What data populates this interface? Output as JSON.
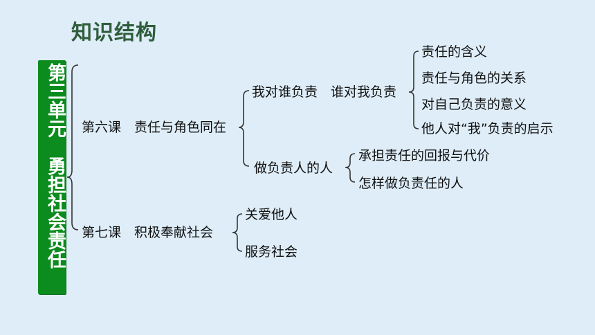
{
  "title": "知识结构",
  "unit": "第三单元　勇担社会责任",
  "lesson6": {
    "label": "第六课　责任与角色同在",
    "branch1": {
      "label": "我对谁负责　谁对我负责",
      "items": [
        "责任的含义",
        "责任与角色的关系",
        "对自己负责的意义",
        "他人对“我”负责的启示"
      ]
    },
    "branch2": {
      "label": "做负责人的人",
      "items": [
        "承担责任的回报与代价",
        "怎样做负责任的人"
      ]
    }
  },
  "lesson7": {
    "label": "第七课　积极奉献社会",
    "items": [
      "关爱他人",
      "服务社会"
    ]
  }
}
